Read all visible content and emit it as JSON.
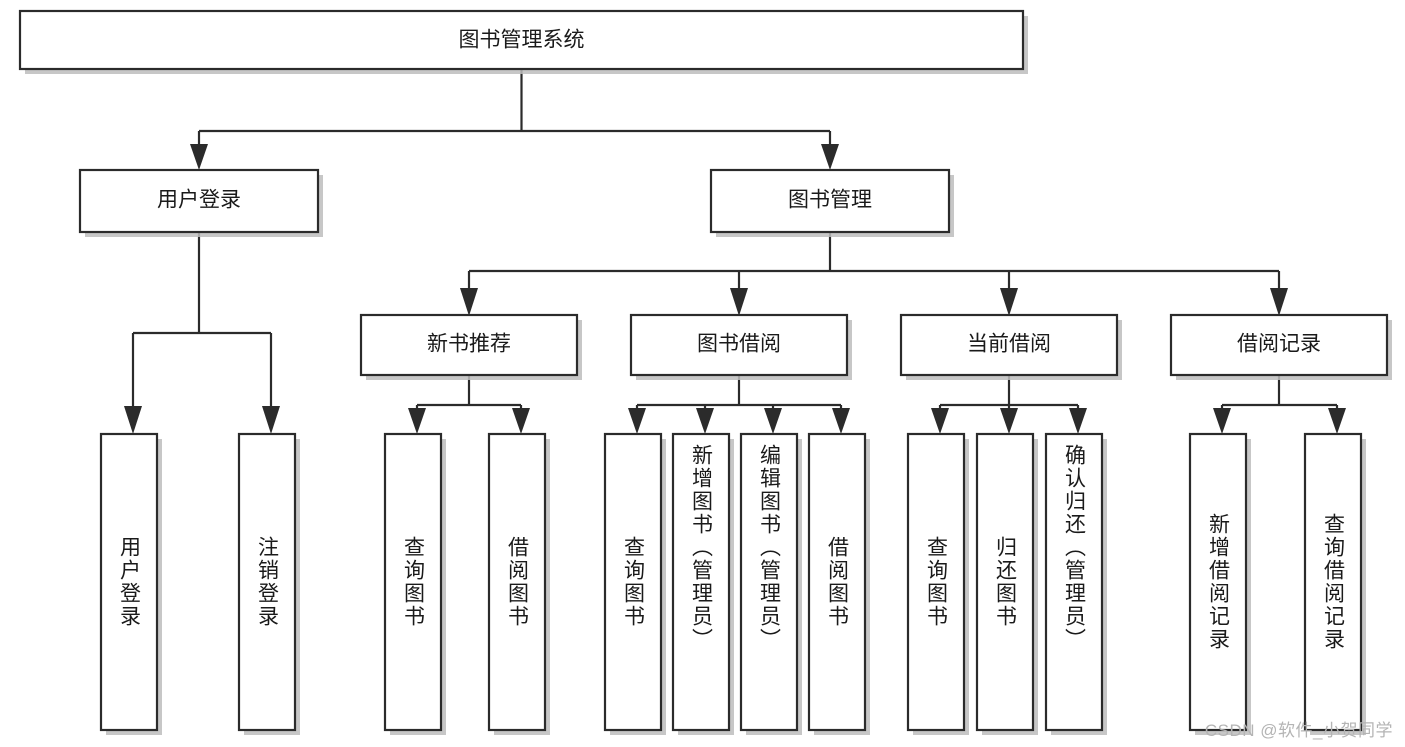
{
  "diagram": {
    "type": "hierarchy-tree",
    "title": "图书管理系统",
    "watermark": "CSDN @软件_小贺同学",
    "root": {
      "id": "root",
      "label": "图书管理系统",
      "level": 0
    },
    "level2": [
      {
        "id": "user-login",
        "label": "用户登录"
      },
      {
        "id": "book-manage",
        "label": "图书管理"
      }
    ],
    "level3": [
      {
        "id": "new-book-recommend",
        "label": "新书推荐",
        "parent": "book-manage"
      },
      {
        "id": "book-borrow",
        "label": "图书借阅",
        "parent": "book-manage"
      },
      {
        "id": "current-borrow",
        "label": "当前借阅",
        "parent": "book-manage"
      },
      {
        "id": "borrow-record",
        "label": "借阅记录",
        "parent": "book-manage"
      }
    ],
    "leaves": [
      {
        "id": "leaf-user-login",
        "label": "用户登录",
        "parent": "user-login"
      },
      {
        "id": "leaf-user-logout",
        "label": "注销登录",
        "parent": "user-login"
      },
      {
        "id": "leaf-query-book-1",
        "label": "查询图书",
        "parent": "new-book-recommend"
      },
      {
        "id": "leaf-borrow-book-1",
        "label": "借阅图书",
        "parent": "new-book-recommend"
      },
      {
        "id": "leaf-query-book-2",
        "label": "查询图书",
        "parent": "book-borrow"
      },
      {
        "id": "leaf-add-book",
        "label": "新增图书（管理员）",
        "parent": "book-borrow"
      },
      {
        "id": "leaf-edit-book",
        "label": "编辑图书（管理员）",
        "parent": "book-borrow"
      },
      {
        "id": "leaf-borrow-book-2",
        "label": "借阅图书",
        "parent": "book-borrow"
      },
      {
        "id": "leaf-query-book-3",
        "label": "查询图书",
        "parent": "current-borrow"
      },
      {
        "id": "leaf-return-book",
        "label": "归还图书",
        "parent": "current-borrow"
      },
      {
        "id": "leaf-confirm-return",
        "label": "确认归还（管理员）",
        "parent": "current-borrow"
      },
      {
        "id": "leaf-add-record",
        "label": "新增借阅记录",
        "parent": "borrow-record"
      },
      {
        "id": "leaf-query-record",
        "label": "查询借阅记录",
        "parent": "borrow-record"
      }
    ],
    "colors": {
      "stroke": "#2b2b2b",
      "fill": "#ffffff",
      "text": "#1a1a1a",
      "shadow": "#bdbdbd",
      "watermark": "#b4b4b4",
      "background": "#ffffff"
    }
  }
}
